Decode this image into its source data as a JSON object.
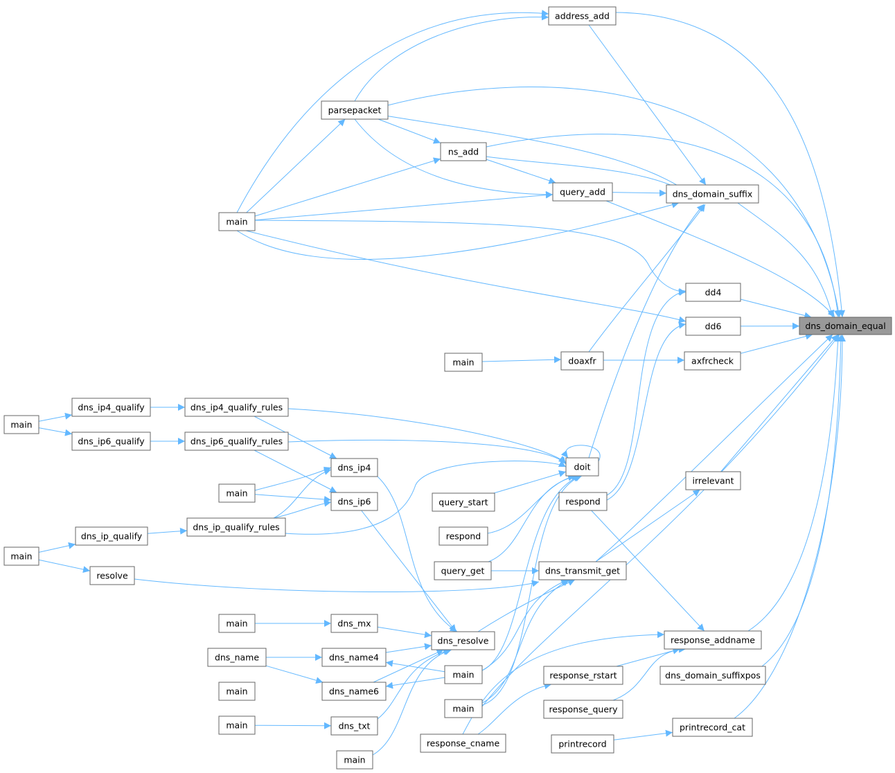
{
  "graph": {
    "focus": "n-focus",
    "edge_color": "#63b8ff",
    "nodes": [
      {
        "id": "n-focus",
        "label": "dns_domain_equal"
      },
      {
        "id": "n-address-add",
        "label": "address_add"
      },
      {
        "id": "n-parsepacket",
        "label": "parsepacket"
      },
      {
        "id": "n-ns-add",
        "label": "ns_add"
      },
      {
        "id": "n-query-add",
        "label": "query_add"
      },
      {
        "id": "n-dns-domain-suffix",
        "label": "dns_domain_suffix"
      },
      {
        "id": "n-main-1",
        "label": "main"
      },
      {
        "id": "n-dd4",
        "label": "dd4"
      },
      {
        "id": "n-dd6",
        "label": "dd6"
      },
      {
        "id": "n-doaxfr",
        "label": "doaxfr"
      },
      {
        "id": "n-axfrcheck",
        "label": "axfrcheck"
      },
      {
        "id": "n-main-2",
        "label": "main"
      },
      {
        "id": "n-dns-ip4-qualify",
        "label": "dns_ip4_qualify"
      },
      {
        "id": "n-dns-ip4-qualify-rules",
        "label": "dns_ip4_qualify_rules"
      },
      {
        "id": "n-main-3",
        "label": "main"
      },
      {
        "id": "n-dns-ip6-qualify",
        "label": "dns_ip6_qualify"
      },
      {
        "id": "n-dns-ip6-qualify-rules",
        "label": "dns_ip6_qualify_rules"
      },
      {
        "id": "n-doit",
        "label": "doit"
      },
      {
        "id": "n-dns-ip4",
        "label": "dns_ip4"
      },
      {
        "id": "n-main-4",
        "label": "main"
      },
      {
        "id": "n-dns-ip6",
        "label": "dns_ip6"
      },
      {
        "id": "n-dns-ip-qualify-rules",
        "label": "dns_ip_qualify_rules"
      },
      {
        "id": "n-dns-ip-qualify",
        "label": "dns_ip_qualify"
      },
      {
        "id": "n-main-5",
        "label": "main"
      },
      {
        "id": "n-resolve",
        "label": "resolve"
      },
      {
        "id": "n-irrelevant",
        "label": "irrelevant"
      },
      {
        "id": "n-respond-1",
        "label": "respond"
      },
      {
        "id": "n-query-start",
        "label": "query_start"
      },
      {
        "id": "n-respond-2",
        "label": "respond"
      },
      {
        "id": "n-query-get",
        "label": "query_get"
      },
      {
        "id": "n-dns-transmit-get",
        "label": "dns_transmit_get"
      },
      {
        "id": "n-main-6",
        "label": "main"
      },
      {
        "id": "n-dns-mx",
        "label": "dns_mx"
      },
      {
        "id": "n-dns-resolve",
        "label": "dns_resolve"
      },
      {
        "id": "n-response-addname",
        "label": "response_addname"
      },
      {
        "id": "n-dns-name",
        "label": "dns_name"
      },
      {
        "id": "n-dns-name4",
        "label": "dns_name4"
      },
      {
        "id": "n-main-7",
        "label": "main"
      },
      {
        "id": "n-response-rstart",
        "label": "response_rstart"
      },
      {
        "id": "n-dns-domain-suffixpos",
        "label": "dns_domain_suffixpos"
      },
      {
        "id": "n-main-8",
        "label": "main"
      },
      {
        "id": "n-dns-name6",
        "label": "dns_name6"
      },
      {
        "id": "n-main-9",
        "label": "main"
      },
      {
        "id": "n-response-query",
        "label": "response_query"
      },
      {
        "id": "n-main-10",
        "label": "main"
      },
      {
        "id": "n-dns-txt",
        "label": "dns_txt"
      },
      {
        "id": "n-printrecord-cat",
        "label": "printrecord_cat"
      },
      {
        "id": "n-response-cname",
        "label": "response_cname"
      },
      {
        "id": "n-printrecord",
        "label": "printrecord"
      },
      {
        "id": "n-main-11",
        "label": "main"
      }
    ],
    "edges": [
      [
        "n-address-add",
        "n-focus"
      ],
      [
        "n-parsepacket",
        "n-focus"
      ],
      [
        "n-ns-add",
        "n-focus"
      ],
      [
        "n-query-add",
        "n-focus"
      ],
      [
        "n-dns-domain-suffix",
        "n-focus"
      ],
      [
        "n-dd4",
        "n-focus"
      ],
      [
        "n-dd6",
        "n-focus"
      ],
      [
        "n-axfrcheck",
        "n-focus"
      ],
      [
        "n-irrelevant",
        "n-focus"
      ],
      [
        "n-dns-transmit-get",
        "n-focus"
      ],
      [
        "n-response-addname",
        "n-focus"
      ],
      [
        "n-dns-domain-suffixpos",
        "n-focus"
      ],
      [
        "n-printrecord-cat",
        "n-focus"
      ],
      [
        "n-main-9",
        "n-focus"
      ],
      [
        "n-address-add",
        "n-dns-domain-suffix"
      ],
      [
        "n-parsepacket",
        "n-dns-domain-suffix"
      ],
      [
        "n-ns-add",
        "n-dns-domain-suffix"
      ],
      [
        "n-query-add",
        "n-dns-domain-suffix"
      ],
      [
        "n-doaxfr",
        "n-dns-domain-suffix"
      ],
      [
        "n-doit",
        "n-dns-domain-suffix"
      ],
      [
        "n-main-1",
        "n-dns-domain-suffix"
      ],
      [
        "n-parsepacket",
        "n-address-add"
      ],
      [
        "n-main-1",
        "n-address-add"
      ],
      [
        "n-main-1",
        "n-parsepacket"
      ],
      [
        "n-parsepacket",
        "n-ns-add"
      ],
      [
        "n-main-1",
        "n-ns-add"
      ],
      [
        "n-parsepacket",
        "n-query-add"
      ],
      [
        "n-ns-add",
        "n-query-add"
      ],
      [
        "n-main-1",
        "n-query-add"
      ],
      [
        "n-main-1",
        "n-dd4"
      ],
      [
        "n-main-1",
        "n-dd6"
      ],
      [
        "n-respond-1",
        "n-dd4"
      ],
      [
        "n-respond-1",
        "n-dd6"
      ],
      [
        "n-main-2",
        "n-doaxfr"
      ],
      [
        "n-doaxfr",
        "n-axfrcheck"
      ],
      [
        "n-main-3",
        "n-dns-ip4-qualify"
      ],
      [
        "n-main-3",
        "n-dns-ip6-qualify"
      ],
      [
        "n-dns-ip4-qualify",
        "n-dns-ip4-qualify-rules"
      ],
      [
        "n-dns-ip6-qualify",
        "n-dns-ip6-qualify-rules"
      ],
      [
        "n-dns-ip4-qualify-rules",
        "n-dns-ip4"
      ],
      [
        "n-dns-ip6-qualify-rules",
        "n-dns-ip6"
      ],
      [
        "n-dns-ip4-qualify-rules",
        "n-doit"
      ],
      [
        "n-dns-ip6-qualify-rules",
        "n-doit"
      ],
      [
        "n-dns-ip-qualify-rules",
        "n-doit"
      ],
      [
        "n-doit",
        "n-doit"
      ],
      [
        "n-main-4",
        "n-dns-ip4"
      ],
      [
        "n-main-4",
        "n-dns-ip6"
      ],
      [
        "n-dns-ip-qualify-rules",
        "n-dns-ip4"
      ],
      [
        "n-dns-ip-qualify-rules",
        "n-dns-ip6"
      ],
      [
        "n-main-5",
        "n-dns-ip-qualify"
      ],
      [
        "n-main-5",
        "n-resolve"
      ],
      [
        "n-dns-ip-qualify",
        "n-dns-ip-qualify-rules"
      ],
      [
        "n-resolve",
        "n-dns-transmit-get"
      ],
      [
        "n-query-start",
        "n-doit"
      ],
      [
        "n-respond-2",
        "n-doit"
      ],
      [
        "n-query-get",
        "n-doit"
      ],
      [
        "n-query-get",
        "n-dns-transmit-get"
      ],
      [
        "n-main-8",
        "n-doit"
      ],
      [
        "n-main-9",
        "n-doit"
      ],
      [
        "n-dns-transmit-get",
        "n-irrelevant"
      ],
      [
        "n-dns-resolve",
        "n-dns-transmit-get"
      ],
      [
        "n-main-8",
        "n-dns-transmit-get"
      ],
      [
        "n-main-9",
        "n-dns-transmit-get"
      ],
      [
        "n-dns-ip4",
        "n-dns-resolve"
      ],
      [
        "n-dns-ip6",
        "n-dns-resolve"
      ],
      [
        "n-dns-mx",
        "n-dns-resolve"
      ],
      [
        "n-dns-name4",
        "n-dns-resolve"
      ],
      [
        "n-dns-name6",
        "n-dns-resolve"
      ],
      [
        "n-dns-txt",
        "n-dns-resolve"
      ],
      [
        "n-main-11",
        "n-dns-resolve"
      ],
      [
        "n-main-6",
        "n-dns-mx"
      ],
      [
        "n-dns-name",
        "n-dns-name4"
      ],
      [
        "n-dns-name",
        "n-dns-name6"
      ],
      [
        "n-main-7",
        "n-dns-name4"
      ],
      [
        "n-main-7",
        "n-dns-name6"
      ],
      [
        "n-main-10",
        "n-dns-txt"
      ],
      [
        "n-respond-1",
        "n-response-addname"
      ],
      [
        "n-response-rstart",
        "n-response-addname"
      ],
      [
        "n-response-query",
        "n-response-addname"
      ],
      [
        "n-response-cname",
        "n-response-addname"
      ],
      [
        "n-response-cname",
        "n-response-rstart"
      ],
      [
        "n-printrecord",
        "n-printrecord-cat"
      ]
    ]
  }
}
